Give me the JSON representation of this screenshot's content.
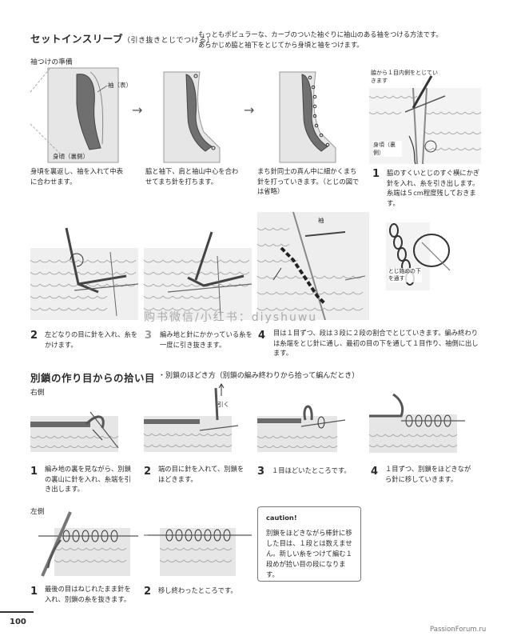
{
  "section1": {
    "title": "セットインスリーブ",
    "subtitle": "（引き抜きとじでつける）",
    "intro_line1": "もっともポピュラーな、カーブのついた袖ぐりに袖山のある袖をつける方法です。",
    "intro_line2": "あらかじめ脇と袖下をとじてから身頃と袖をつけます。",
    "prep_label": "袖つけの準備",
    "fig1_label_sleeve": "袖（表）",
    "fig1_label_body": "身頃（裏側）",
    "fig1_caption": "身頃を裏返し、袖を入れて中表に合わせます。",
    "fig2_caption": "脇と袖下、肩と袖山中心を合わせてまち針を打ちます。",
    "fig3_caption": "まち針同士の真ん中に細かくまち針を打っていきます。（とじの図では省略）",
    "fig4_top_note": "脇から１目内側をとじていきます",
    "fig4_body_label": "身頃（裏側）",
    "step1_num": "1",
    "step1_caption": "脇のすくいとじのすぐ横にかぎ針を入れ、糸を引き出します。糸端は５cm程度残しておきます。",
    "step2_num": "2",
    "step2_caption": "左どなりの目に針を入れ、糸をかけます。",
    "step3_num": "3",
    "step3_caption": "編み地と針にかかっている糸を一度に引き抜きます。",
    "step4_num": "4",
    "step4_caption": "目は１目ずつ、段は３段に２段の割合でとじていきます。編み終わりは糸端をとじ針に通し、最初の目の下を通して１目作り、袖側に出します。",
    "fig5_label_sleeve": "袖",
    "fig6_label": "とじ始めの下を通す"
  },
  "watermark": "购书微信/小红书：diyshuwu",
  "section2": {
    "title": "別鎖の作り目からの拾い目",
    "subtitle": "・別鎖のほどき方（別鎖の編み終わりから拾って編んだとき）",
    "right_label": "右側",
    "pull_label": "引く",
    "r1_num": "1",
    "r1_caption": "編み地の裏を見ながら、別鎖の裏山に針を入れ、糸端を引き出します。",
    "r2_num": "2",
    "r2_caption": "端の目に針を入れて、別鎖をほどきます。",
    "r3_num": "3",
    "r3_caption": "１目ほどいたところです。",
    "r4_num": "4",
    "r4_caption": "１目ずつ、別鎖をほどきながら針に移していきます。",
    "left_label": "左側",
    "l1_num": "1",
    "l1_caption": "最後の目はねじれたまま針を入れ、別鎖の糸を抜きます。",
    "l2_num": "2",
    "l2_caption": "移し終わったところです。",
    "caution_title": "caution!",
    "caution_text": "別鎖をほどきながら棒針に移した目は、１段とは数えません。新しい糸をつけて編む１段めが拾い目の段になります。"
  },
  "page_number": "100",
  "footer_site": "PassionForum.ru",
  "colors": {
    "dark_yarn": "#4a4a4a",
    "light_fabric": "#e6e6e6",
    "knit_line": "#9a9a9a",
    "accent_gray": "#6a6a6a"
  }
}
